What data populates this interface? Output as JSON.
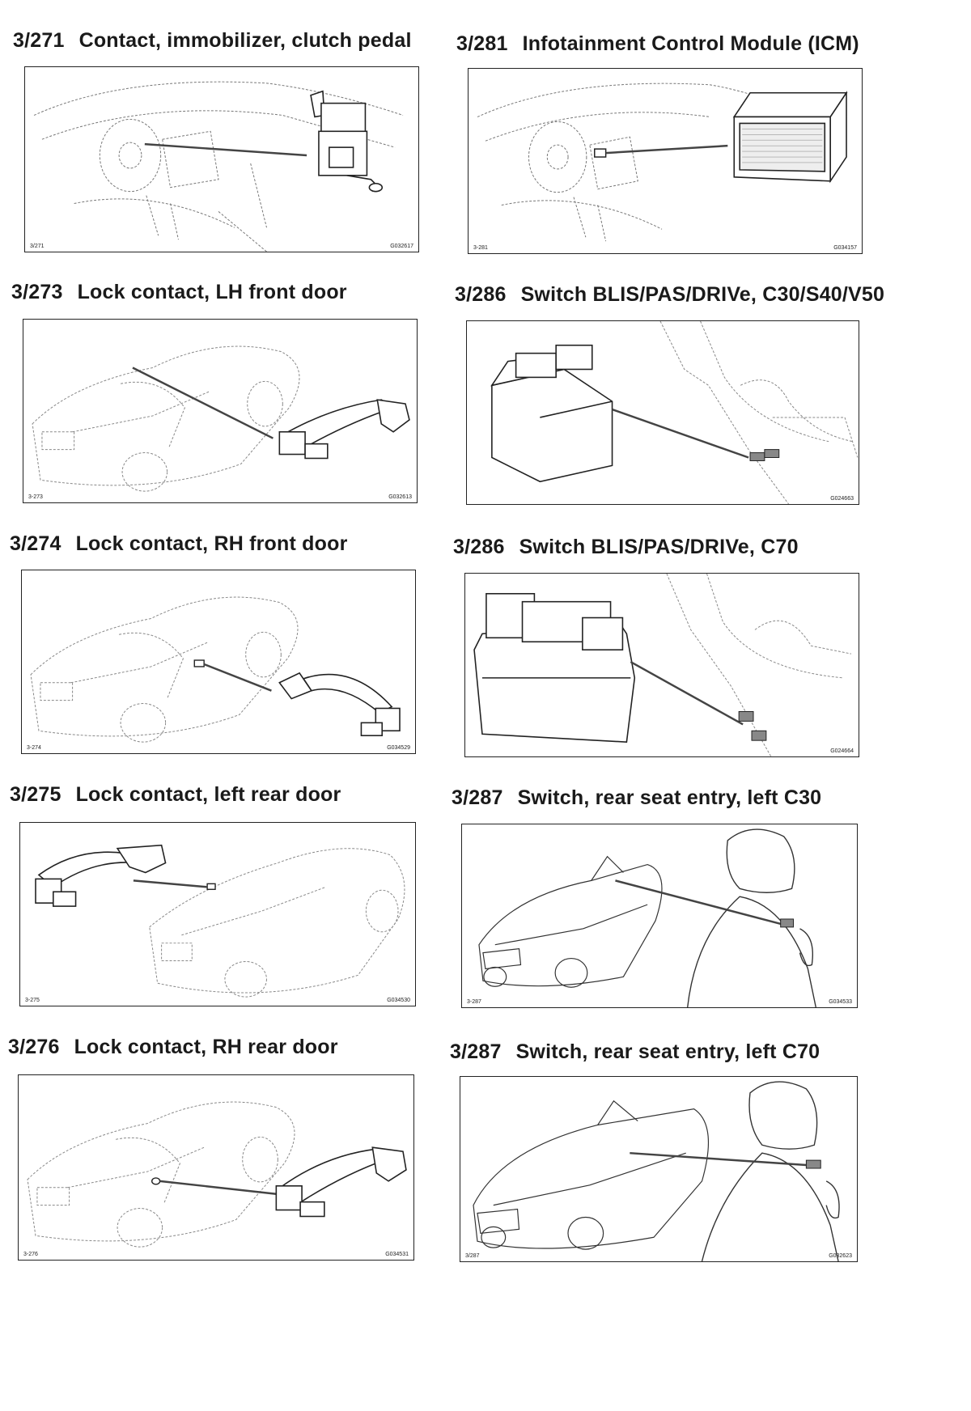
{
  "items": [
    {
      "code": "3/271",
      "title": "Contact, immobilizer, clutch pedal",
      "fig_label": "3/271",
      "fig_id": "G032617",
      "art": "dash"
    },
    {
      "code": "3/281",
      "title": "Infotainment Control Module (ICM)",
      "fig_label": "3-281",
      "fig_id": "G034157",
      "art": "icm"
    },
    {
      "code": "3/273",
      "title": "Lock contact, LH front door",
      "fig_label": "3-273",
      "fig_id": "G032613",
      "art": "car-front-left"
    },
    {
      "code": "3/286",
      "title": "Switch BLIS/PAS/DRIVe, C30/S40/V50",
      "fig_label": "",
      "fig_id": "G024663",
      "art": "switch-console"
    },
    {
      "code": "3/274",
      "title": "Lock contact, RH front door",
      "fig_label": "3-274",
      "fig_id": "G034529",
      "art": "car-front-right"
    },
    {
      "code": "3/286",
      "title": "Switch BLIS/PAS/DRIVe, C70",
      "fig_label": "",
      "fig_id": "G024664",
      "art": "switch-console-c70"
    },
    {
      "code": "3/275",
      "title": "Lock contact, left rear door",
      "fig_label": "3-275",
      "fig_id": "G034530",
      "art": "car-rear-left"
    },
    {
      "code": "3/287",
      "title": "Switch, rear seat entry, left C30",
      "fig_label": "3-287",
      "fig_id": "G034533",
      "art": "seat-c30"
    },
    {
      "code": "3/276",
      "title": "Lock contact, RH rear door",
      "fig_label": "3-276",
      "fig_id": "G034531",
      "art": "car-rear-right"
    },
    {
      "code": "3/287",
      "title": "Switch, rear seat entry, left C70",
      "fig_label": "3/287",
      "fig_id": "G032623",
      "art": "seat-c70"
    }
  ]
}
